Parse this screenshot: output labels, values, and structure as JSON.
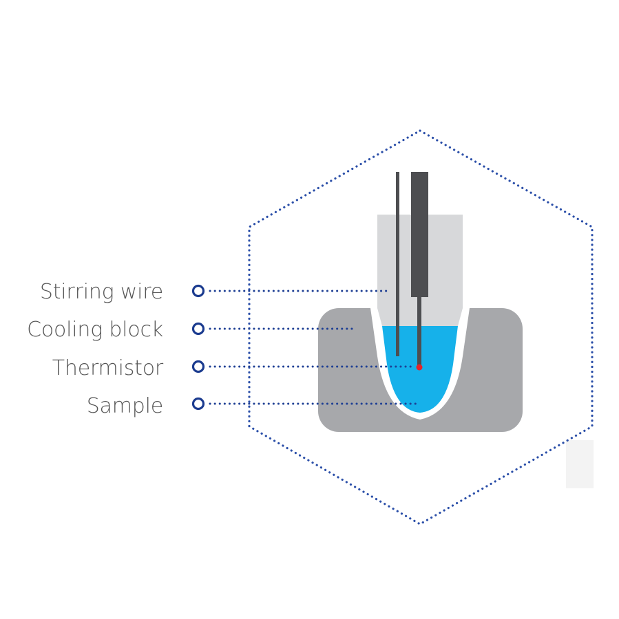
{
  "labels": [
    {
      "id": "stirring-wire",
      "text": "Stirring wire"
    },
    {
      "id": "cooling-block",
      "text": "Cooling block"
    },
    {
      "id": "thermistor",
      "text": "Thermistor"
    },
    {
      "id": "sample",
      "text": "Sample"
    }
  ],
  "colors": {
    "hexagon": "#2a4ea8",
    "leader": "#1e3f94",
    "marker": "#1b3b8f",
    "label": "#555555",
    "block": "#a7a8ab",
    "tube_outline": "#ffffff",
    "tube_cap": "#d7d8da",
    "sample_liquid": "#16b1ea",
    "thermistor_probe": "#4d4e51",
    "stirring_wire": "#4d4e51",
    "sensor_tip": "#e5242a"
  }
}
